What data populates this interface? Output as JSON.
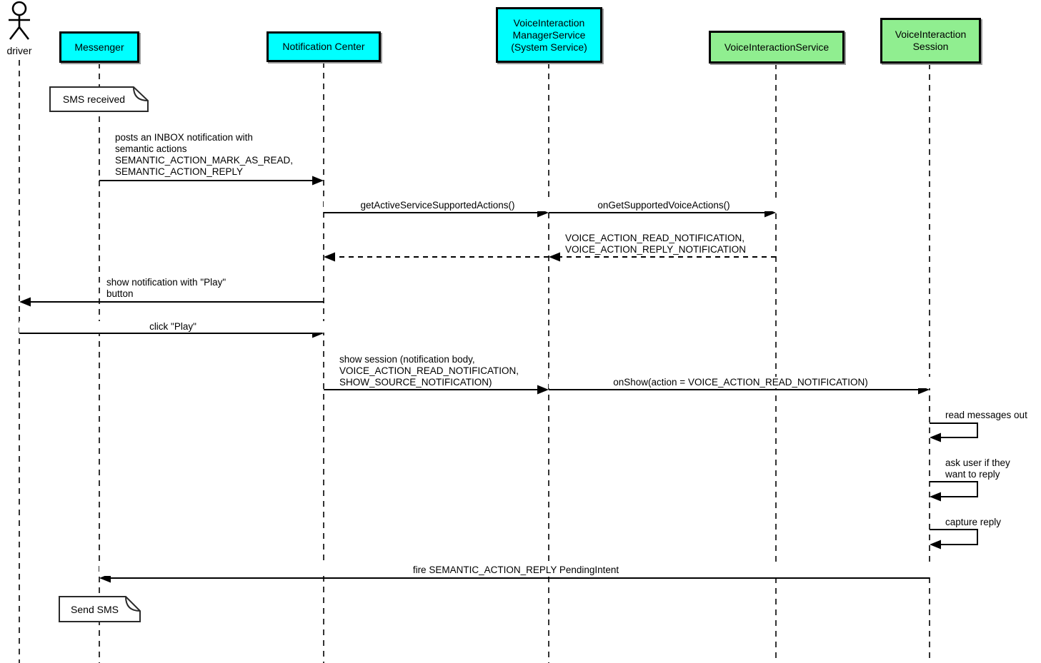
{
  "diagram_type": "uml-sequence-diagram",
  "palette": {
    "participant_cyan": "#00ffff",
    "participant_green": "#90ee90",
    "note_fill": "#ffffff",
    "line_color": "#000000",
    "lifeline_color": "#333333"
  },
  "actor": {
    "label": "driver"
  },
  "participants": {
    "messenger": {
      "label": "Messenger",
      "color": "#00ffff"
    },
    "notification_center": {
      "label": "Notification Center",
      "color": "#00ffff"
    },
    "voice_interaction_manager_service": {
      "label": "VoiceInteraction\nManagerService\n(System Service)",
      "color": "#00ffff"
    },
    "voice_interaction_service": {
      "label": "VoiceInteractionService",
      "color": "#90ee90"
    },
    "voice_interaction_session": {
      "label": "VoiceInteraction\nSession",
      "color": "#90ee90"
    }
  },
  "notes": {
    "sms_received": {
      "text": "SMS received",
      "attached_to": "Messenger"
    },
    "send_sms": {
      "text": "Send SMS",
      "attached_to": "Messenger"
    }
  },
  "messages": {
    "posts_inbox": {
      "label": "posts an INBOX notification with\nsemantic actions\nSEMANTIC_ACTION_MARK_AS_READ,\nSEMANTIC_ACTION_REPLY",
      "from": "Messenger",
      "to": "Notification Center",
      "style": "solid"
    },
    "get_active_service_supported_actions": {
      "label": "getActiveServiceSupportedActions()",
      "from": "Notification Center",
      "to": "VoiceInteraction ManagerService (System Service)",
      "style": "solid"
    },
    "on_get_supported_voice_actions": {
      "label": "onGetSupportedVoiceActions()",
      "from": "VoiceInteraction ManagerService (System Service)",
      "to": "VoiceInteractionService",
      "style": "solid"
    },
    "voice_actions_return": {
      "label": "VOICE_ACTION_READ_NOTIFICATION,\nVOICE_ACTION_REPLY_NOTIFICATION",
      "from": "VoiceInteractionService",
      "to": "Notification Center",
      "style": "dashed-return"
    },
    "show_notification": {
      "label": "show notification with \"Play\"\nbutton",
      "from": "Notification Center",
      "to": "driver",
      "style": "solid"
    },
    "click_play": {
      "label": "click \"Play\"",
      "from": "driver",
      "to": "Notification Center",
      "style": "solid"
    },
    "show_session": {
      "label": "show session (notification body,\nVOICE_ACTION_READ_NOTIFICATION,\nSHOW_SOURCE_NOTIFICATION)",
      "from": "Notification Center",
      "to": "VoiceInteraction ManagerService (System Service)",
      "style": "solid"
    },
    "on_show": {
      "label": "onShow(action = VOICE_ACTION_READ_NOTIFICATION)",
      "from": "VoiceInteraction ManagerService (System Service)",
      "to": "VoiceInteraction Session",
      "style": "solid"
    },
    "read_messages_out": {
      "label": "read messages out",
      "from": "VoiceInteraction Session",
      "to": "VoiceInteraction Session",
      "style": "self"
    },
    "ask_user_reply": {
      "label": "ask user if they\nwant to reply",
      "from": "VoiceInteraction Session",
      "to": "VoiceInteraction Session",
      "style": "self"
    },
    "capture_reply": {
      "label": "capture reply",
      "from": "VoiceInteraction Session",
      "to": "VoiceInteraction Session",
      "style": "self"
    },
    "fire_reply_pending_intent": {
      "label": "fire SEMANTIC_ACTION_REPLY PendingIntent",
      "from": "VoiceInteraction Session",
      "to": "Messenger",
      "style": "solid"
    }
  }
}
